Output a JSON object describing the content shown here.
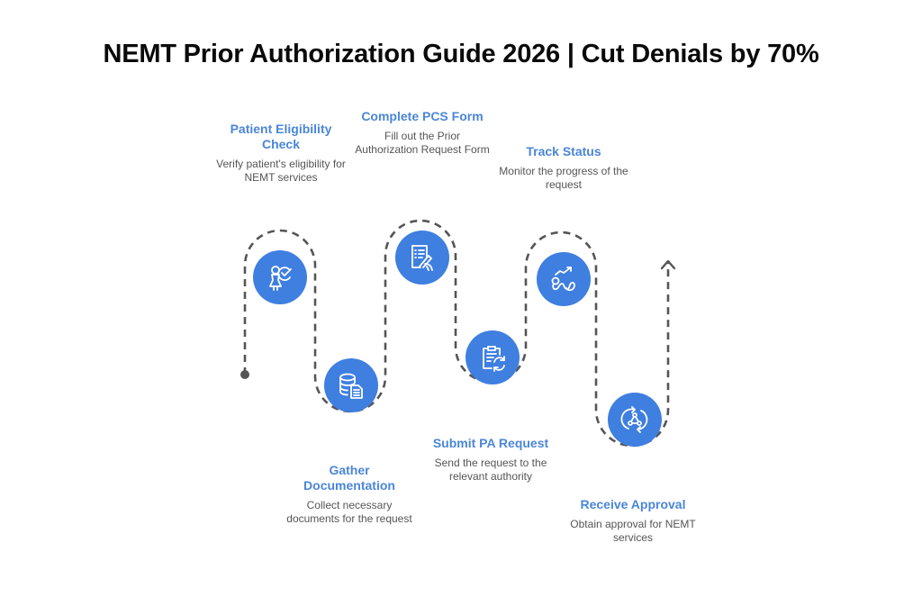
{
  "title": "NEMT Prior Authorization Guide 2026 | Cut Denials by 70%",
  "colors": {
    "accent": "#3f7fe0",
    "heading": "#4a86d8",
    "body_text": "#555555",
    "path": "#555555"
  },
  "steps": [
    {
      "title": "Patient Eligibility Check",
      "description": "Verify patient's eligibility for NEMT services",
      "icon": "person-check-icon"
    },
    {
      "title": "Gather Documentation",
      "description": "Collect necessary documents for the request",
      "icon": "database-document-icon"
    },
    {
      "title": "Complete PCS Form",
      "description": "Fill out the Prior Authorization Request Form",
      "icon": "form-signing-icon"
    },
    {
      "title": "Submit PA Request",
      "description": "Send the request to the relevant authority",
      "icon": "clipboard-refresh-icon"
    },
    {
      "title": "Track Status",
      "description": "Monitor the progress of the request",
      "icon": "route-trend-icon"
    },
    {
      "title": "Receive Approval",
      "description": "Obtain approval for NEMT services",
      "icon": "network-cycle-icon"
    }
  ]
}
